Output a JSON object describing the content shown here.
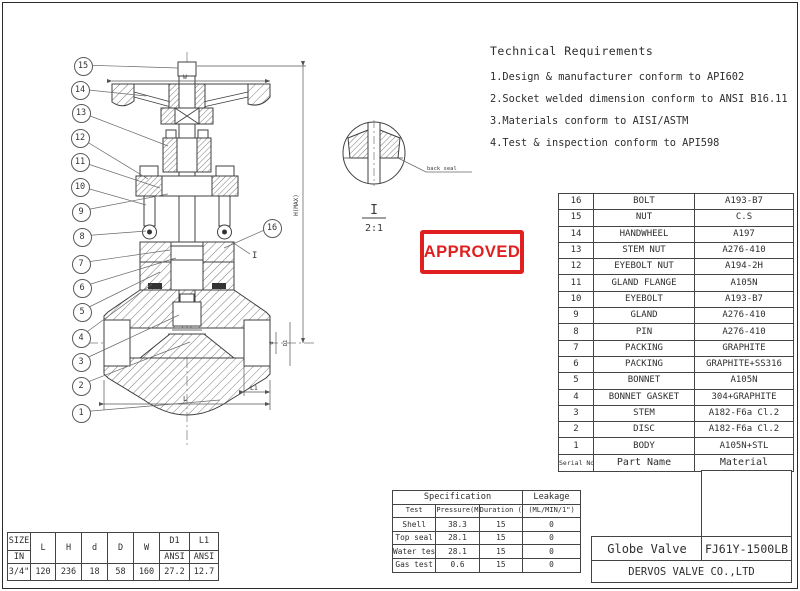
{
  "technical_requirements": {
    "title": "Technical Requirements",
    "items": [
      "1.Design & manufacturer conform to API602",
      "2.Socket welded dimension conform to ANSI B16.11",
      "3.Materials conform to AISI/ASTM",
      "4.Test & inspection conform to API598"
    ]
  },
  "approval_stamp": {
    "label": "APPROVED",
    "color": "#e01f1f"
  },
  "detail_view": {
    "section_label": "I",
    "scale": "2:1",
    "annotation": "back seal"
  },
  "drawing": {
    "callouts": {
      "c1": "1",
      "c2": "2",
      "c3": "3",
      "c4": "4",
      "c5": "5",
      "c6": "6",
      "c7": "7",
      "c8": "8",
      "c9": "9",
      "c10": "10",
      "c11": "11",
      "c12": "12",
      "c13": "13",
      "c14": "14",
      "c15": "15",
      "c16": "16"
    },
    "labels": {
      "width_dim": "W",
      "height_dim": "H(MAX)",
      "length_dim": "L",
      "socket_depth_dim": "L1",
      "bore_dim": "d",
      "socket_bore_dim": "D1",
      "section_mark": "I"
    }
  },
  "parts_table": {
    "header": {
      "serial": "Serial No.",
      "part_name": "Part Name",
      "material": "Material"
    },
    "rows": [
      {
        "serial": "16",
        "part_name": "BOLT",
        "material": "A193-B7"
      },
      {
        "serial": "15",
        "part_name": "NUT",
        "material": "C.S"
      },
      {
        "serial": "14",
        "part_name": "HANDWHEEL",
        "material": "A197"
      },
      {
        "serial": "13",
        "part_name": "STEM NUT",
        "material": "A276-410"
      },
      {
        "serial": "12",
        "part_name": "EYEBOLT NUT",
        "material": "A194-2H"
      },
      {
        "serial": "11",
        "part_name": "GLAND FLANGE",
        "material": "A105N"
      },
      {
        "serial": "10",
        "part_name": "EYEBOLT",
        "material": "A193-B7"
      },
      {
        "serial": "9",
        "part_name": "GLAND",
        "material": "A276-410"
      },
      {
        "serial": "8",
        "part_name": "PIN",
        "material": "A276-410"
      },
      {
        "serial": "7",
        "part_name": "PACKING",
        "material": "GRAPHITE"
      },
      {
        "serial": "6",
        "part_name": "PACKING",
        "material": "GRAPHITE+SS316"
      },
      {
        "serial": "5",
        "part_name": "BONNET",
        "material": "A105N"
      },
      {
        "serial": "4",
        "part_name": "BONNET GASKET",
        "material": "304+GRAPHITE"
      },
      {
        "serial": "3",
        "part_name": "STEM",
        "material": "A182-F6a Cl.2"
      },
      {
        "serial": "2",
        "part_name": "DISC",
        "material": "A182-F6a Cl.2"
      },
      {
        "serial": "1",
        "part_name": "BODY",
        "material": "A105N+STL"
      }
    ]
  },
  "spec_table": {
    "title": "Specification",
    "leakage_header": "Leakage",
    "columns": {
      "test": "Test",
      "pressure": "Pressure(MPa)",
      "duration": "Duration (S)",
      "leakage_unit": "(ML/MIN/1\")"
    },
    "rows": [
      {
        "test": "Shell",
        "pressure": "38.3",
        "duration": "15",
        "leakage": "0"
      },
      {
        "test": "Top seal",
        "pressure": "28.1",
        "duration": "15",
        "leakage": "0"
      },
      {
        "test": "Water test",
        "pressure": "28.1",
        "duration": "15",
        "leakage": "0"
      },
      {
        "test": "Gas test",
        "pressure": "0.6",
        "duration": "15",
        "leakage": "0"
      }
    ]
  },
  "size_table": {
    "headers": {
      "size": "SIZE",
      "in": "IN",
      "l": "L",
      "h": "H",
      "d": "d",
      "d_cap": "D",
      "w": "W",
      "d1": "D1",
      "l1": "L1",
      "ansi1": "ANSI",
      "ansi2": "ANSI"
    },
    "row": {
      "size": "3/4\"",
      "l": "120",
      "h": "236",
      "d": "18",
      "d_cap": "58",
      "w": "160",
      "d1": "27.2",
      "l1": "12.7"
    }
  },
  "title_block": {
    "product": "Globe Valve",
    "model": "FJ61Y-1500LB",
    "company": "DERVOS VALVE CO.,LTD"
  }
}
